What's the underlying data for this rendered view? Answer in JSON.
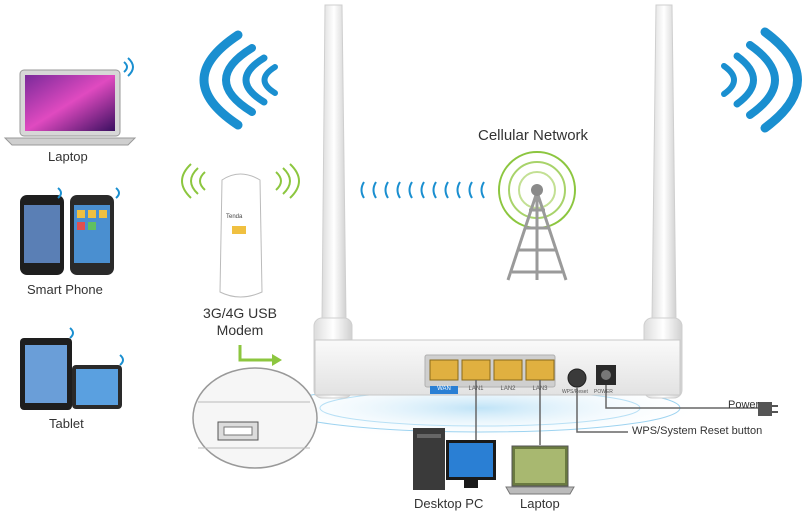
{
  "labels": {
    "laptop_top": "Laptop",
    "smart_phone": "Smart Phone",
    "tablet": "Tablet",
    "modem_line1": "3G/4G USB",
    "modem_line2": "Modem",
    "cellular_network": "Cellular Network",
    "power": "Power",
    "wps_reset": "WPS/System Reset button",
    "desktop_pc": "Desktop PC",
    "laptop_bottom": "Laptop"
  },
  "router_ports": {
    "wan": "WAN",
    "lan1": "LAN1",
    "lan2": "LAN2",
    "lan3": "LAN3",
    "wps_reset": "WPS/Reset",
    "power": "POWER"
  },
  "modem_brand": "Tenda",
  "colors": {
    "wifi_blue": "#1a8fd0",
    "wifi_green": "#8cc63f",
    "port_yellow": "#e0b040",
    "wan_blue": "#2a7fd4",
    "router_white": "#f2f2f2"
  }
}
